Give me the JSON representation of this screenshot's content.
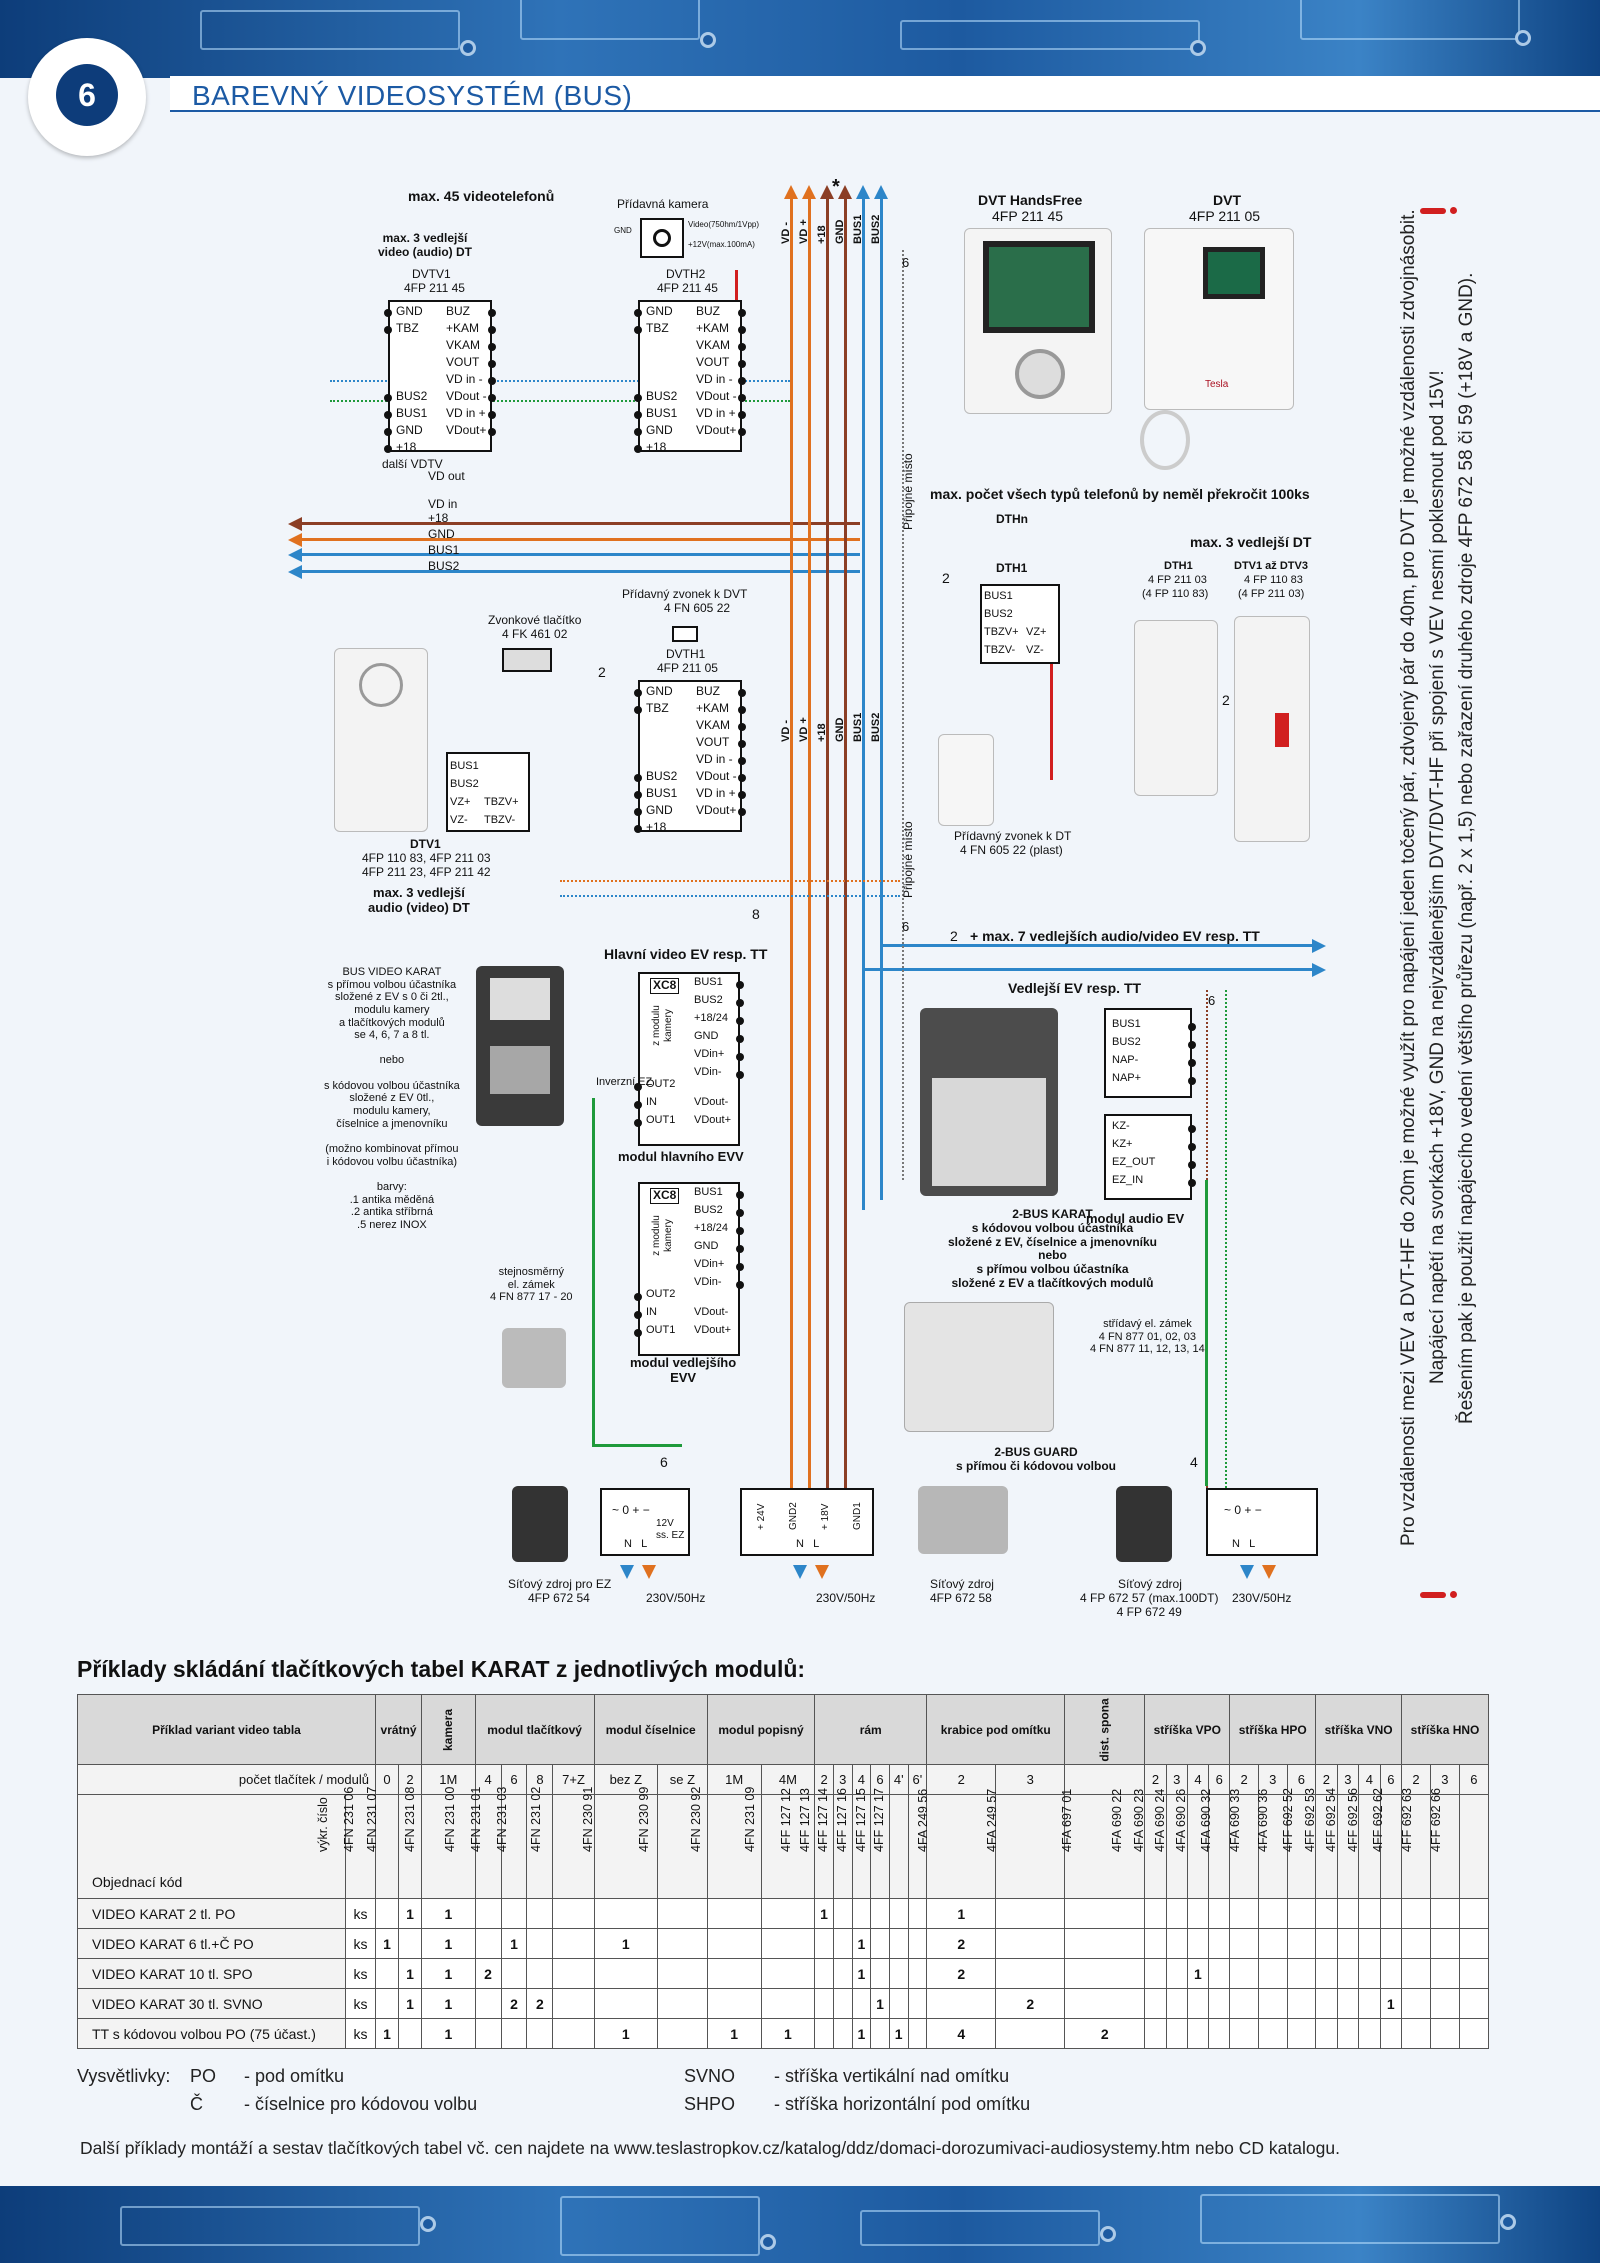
{
  "header": {
    "page_number": "6",
    "title": "BAREVNÝ VIDEOSYSTÉM (BUS)"
  },
  "diagram": {
    "max_videophones": "max. 45 videotelefonů",
    "max3_side_video": "max. 3 vedlejší\nvideo (audio) DT",
    "dvtv1": {
      "name": "DVTV1",
      "code": "4FP 211 45",
      "pins_left": [
        "GND",
        "TBZ",
        "",
        "",
        "",
        "BUS2",
        "BUS1",
        "GND",
        "+18"
      ],
      "pins_right": [
        "BUZ",
        "+KAM",
        "VKAM",
        "VOUT",
        "VD in -",
        "VDout -",
        "VD in +",
        "VDout+"
      ]
    },
    "next_vdtv": "další VDTV",
    "vd_out": "VD out",
    "vd_in": "VD in",
    "plus18": "+18",
    "gnd": "GND",
    "bus1": "BUS1",
    "bus2": "BUS2",
    "extra_camera": "Přídavná kamera",
    "camera_gnd": "GND",
    "camera_video": "Video(750hm/1Vpp)",
    "camera_power": "+12V(max.100mA)",
    "dvth2": {
      "name": "DVTH2",
      "code": "4FP 211 45",
      "pins_left": [
        "GND",
        "TBZ",
        "",
        "",
        "",
        "BUS2",
        "BUS1",
        "GND",
        "+18"
      ],
      "pins_right": [
        "BUZ",
        "+KAM",
        "VKAM",
        "VOUT",
        "VD in -",
        "VDout -",
        "VD in +",
        "VDout+"
      ]
    },
    "top_bus_labels": [
      "VD -",
      "VD +",
      "+18",
      "GND",
      "BUS1",
      "BUS2"
    ],
    "star": "*",
    "six": "6",
    "eight": "8",
    "two": "2",
    "four": "4",
    "pripojne_misto": "Připojné místo",
    "dvt_handsfree": {
      "name": "DVT HandsFree",
      "code": "4FP 211 45"
    },
    "dvt": {
      "name": "DVT",
      "code": "4FP 211 05"
    },
    "dvt_brand": "Tesla",
    "max_all_phones": "max. počet všech typů telefonů by neměl překročit 100ks",
    "dthn": "DTHn",
    "dth1_label": "DTH1",
    "dth1_box": {
      "pins_left": [
        "BUS1",
        "BUS2",
        "TBZV+",
        "TBZV-"
      ],
      "pins_right": [
        "VZ+",
        "VZ-"
      ]
    },
    "max3_side_dt": "max. 3 vedlejší DT",
    "dth1_photo": {
      "name": "DTH1",
      "code": "4 FP 211 03",
      "code2": "(4 FP 110 83)"
    },
    "dtv1_3_photo": {
      "name": "DTV1 až DTV3",
      "code": "4 FP 110 83",
      "code2": "(4 FP 211 03)"
    },
    "extra_bell_dvt": "Přídavný zvonek k DVT",
    "extra_bell_dvt_code": "4 FN 605 22",
    "bell_button": "Zvonkové tlačítko",
    "bell_button_code": "4 FK 461 02",
    "dvth1": {
      "name": "DVTH1",
      "code": "4FP 211 05",
      "pins_left": [
        "GND",
        "TBZ",
        "",
        "",
        "",
        "BUS2",
        "BUS1",
        "GND",
        "+18"
      ],
      "pins_right": [
        "BUZ",
        "+KAM",
        "VKAM",
        "VOUT",
        "VD in -",
        "VDout -",
        "VD in +",
        "VDout+"
      ]
    },
    "dtv1_box": {
      "pins_left": [
        "BUS1",
        "BUS2",
        "VZ+",
        "VZ-"
      ],
      "pins_right": [
        "TBZV+",
        "TBZV-"
      ]
    },
    "dtv1_label": "DTV1",
    "dtv1_codes": "4FP 110 83, 4FP 211 03\n4FP 211 23, 4FP 211 42",
    "max3_side_audio": "max. 3 vedlejší\naudio (video) DT",
    "extra_bell_dt": "Přídavný zvonek k DT",
    "extra_bell_dt_code": "4 FN 605 22 (plast)",
    "main_ev": "Hlavní video EV resp. TT",
    "plus7": "+ max. 7 vedlejších audio/video EV resp. TT",
    "side_ev": "Vedlejší EV resp. TT",
    "bus_video_karat": "BUS VIDEO KARAT\ns přímou volbou účastníka\nsložené z EV s 0 či 2tl.,\nmodulu kamery\na tlačítkových modulů\nse 4, 6, 7 a 8 tl.\n\nnebo\n\ns kódovou volbou účastníka\nsložené z EV 0tl.,\nmodulu kamery,\nčíselnice a jmenovníku\n\n(možno kombinovat přímou\ni kódovou volbu účastníka)\n\nbarvy:\n.1 antika měděná\n.2 antika stříbrná\n.5 nerez INOX",
    "main_module": {
      "xc8": "XC8",
      "side": "z modulu\nkamery",
      "pins": [
        "BUS1",
        "BUS2",
        "+18/24",
        "GND",
        "VDin+",
        "VDin-",
        "OUT2",
        "IN",
        "OUT1"
      ],
      "right": [
        "VDout-",
        "VDout+"
      ],
      "caption": "modul hlavního EVV"
    },
    "inverse_ez": "Inverzní EZ",
    "side_module": {
      "xc8": "XC8",
      "side": "z modulu\nkamery",
      "pins": [
        "BUS1",
        "BUS2",
        "+18/24",
        "GND",
        "VDin+",
        "VDin-",
        "OUT2",
        "IN",
        "OUT1"
      ],
      "right": [
        "VDout-",
        "VDout+"
      ],
      "caption": "modul vedlejšího\nEVV"
    },
    "two_bus_karat": "2-BUS KARAT\ns kódovou volbou účastníka\nsložené z EV, číselnice a jmenovníku\nnebo\ns přímou volbou účastníka\nsložené z EV a tlačítkových modulů",
    "two_bus_guard": "2-BUS GUARD\ns přímou či kódovou volbou",
    "audio_module": {
      "pins": [
        "BUS1",
        "BUS2",
        "NAP-",
        "NAP+"
      ],
      "pins2": [
        "KZ-",
        "KZ+",
        "EZ_OUT",
        "EZ_IN"
      ],
      "caption": "modul audio EV"
    },
    "dc_lock": "stejnosměrný\nel. zámek\n4 FN 877 17 - 20",
    "ac_lock": "střídavý el. zámek\n4 FN 877 01, 02, 03\n4 FN 877 11, 12, 13, 14",
    "psu_ez": {
      "label": "Síťový zdroj pro EZ",
      "code": "4FP 672 54",
      "terms": "~ 0  +  −",
      "sub": "12V\nss. EZ"
    },
    "psu_main": {
      "label": "Síťový zdroj",
      "code": "4FP 672 58",
      "terms": [
        "+ 24V",
        "GND2",
        "+ 18V",
        "GND1"
      ]
    },
    "psu_side": {
      "label": "Síťový zdroj",
      "code": "4 FP 672 57 (max.100DT)\n4 FP 672 49",
      "terms": "~ 0 + −"
    },
    "nl": "N   L",
    "mains": "230V/50Hz"
  },
  "sidenote": [
    "Pro vzdálenosti mezi VEV a DVT-HF do 20m je možné využít pro napájení jeden točený pár, zdvojený pár do 40m, pro DVT je možné vzdálenosti zdvojnásobit.",
    "Napájecí napětí na svorkách +18V, GND na nejvzdálenějším DVT/DVT-HF při spojení s VEV nesmí poklesnout pod 15V!",
    "Řešením pak je použití napájecího vedení většího průřezu (např. 2 x 1,5) nebo zařazení druhého zdroje 4FP 672 58 či 59 (+18V a GND)."
  ],
  "table": {
    "title": "Příklady skládání tlačítkových tabel KARAT z jednotlivých modulů:",
    "corner": "Příklad variant video tabla",
    "groups": [
      "vrátný",
      "kamera",
      "modul tlačítkový",
      "modul číselnice",
      "modul popisný",
      "rám",
      "krabice pod omítku",
      "dist. spona",
      "stříška VPO",
      "stříška HPO",
      "stříška VNO",
      "stříška HNO"
    ],
    "row_buttons_label": "počet tlačítek / modulů",
    "buttons": [
      "0",
      "2",
      "1M",
      "4",
      "6",
      "8",
      "7+Z",
      "bez Z",
      "se Z",
      "1M",
      "4M",
      "2",
      "3",
      "4",
      "6",
      "4'",
      "6'",
      "2",
      "3",
      "",
      "2",
      "3",
      "4",
      "6",
      "2",
      "3",
      "6",
      "2",
      "3",
      "4",
      "6",
      "2",
      "3",
      "6"
    ],
    "code_label": "Objednací kód",
    "unit_label": "výkr. číslo",
    "codes": [
      "4FN 231 06",
      "4FN 231 07",
      "4FN 231 08",
      "4FN 231 00",
      "4FN 231 01",
      "4FN 231 03",
      "4FN 231 02",
      "4FN 230 91",
      "4FN 230 99",
      "4FN 230 92",
      "4FN 231 09",
      "4FF 127 12",
      "4FF 127 13",
      "4FF 127 14",
      "4FF 127 16",
      "4FF 127 15",
      "4FF 127 17",
      "4FA 249 56",
      "4FA 249 57",
      "4FA 697 01",
      "4FA 690 22",
      "4FA 690 23",
      "4FA 690 24",
      "4FA 690 26",
      "4FA 690 32",
      "4FA 690 33",
      "4FA 690 36",
      "4FF 692 52",
      "4FF 692 53",
      "4FF 692 54",
      "4FF 692 56",
      "4FF 692 62",
      "4FF 692 63",
      "4FF 692 66"
    ],
    "rows": [
      {
        "label": "VIDEO KARAT 2 tl. PO",
        "unit": "ks",
        "cells": [
          "",
          "1",
          "1",
          "",
          "",
          "",
          "",
          "",
          "",
          "",
          "",
          "1",
          "",
          "",
          "",
          "",
          "",
          "1",
          "",
          "",
          "",
          "",
          "",
          "",
          "",
          "",
          "",
          "",
          "",
          "",
          "",
          "",
          "",
          ""
        ]
      },
      {
        "label": "VIDEO KARAT 6 tl.+Č PO",
        "unit": "ks",
        "cells": [
          "1",
          "",
          "1",
          "",
          "1",
          "",
          "",
          "1",
          "",
          "",
          "",
          "",
          "",
          "1",
          "",
          "",
          "",
          "2",
          "",
          "",
          "",
          "",
          "",
          "",
          "",
          "",
          "",
          "",
          "",
          "",
          "",
          "",
          "",
          ""
        ]
      },
      {
        "label": "VIDEO KARAT 10 tl. SPO",
        "unit": "ks",
        "cells": [
          "",
          "1",
          "1",
          "2",
          "",
          "",
          "",
          "",
          "",
          "",
          "",
          "",
          "",
          "1",
          "",
          "",
          "",
          "2",
          "",
          "",
          "",
          "",
          "1",
          "",
          "",
          "",
          "",
          "",
          "",
          "",
          "",
          "",
          "",
          ""
        ]
      },
      {
        "label": "VIDEO KARAT 30 tl. SVNO",
        "unit": "ks",
        "cells": [
          "",
          "1",
          "1",
          "",
          "2",
          "2",
          "",
          "",
          "",
          "",
          "",
          "",
          "",
          "",
          "1",
          "",
          "",
          "",
          "2",
          "",
          "",
          "",
          "",
          "",
          "",
          "",
          "",
          "",
          "",
          "",
          "1",
          "",
          "",
          ""
        ]
      },
      {
        "label": "TT s kódovou volbou PO (75 účast.)",
        "unit": "ks",
        "cells": [
          "1",
          "",
          "1",
          "",
          "",
          "",
          "",
          "1",
          "",
          "1",
          "1",
          "",
          "",
          "1",
          "",
          "1",
          "",
          "4",
          "",
          "2",
          "",
          "",
          "",
          "",
          "",
          "",
          "",
          "",
          "",
          "",
          "",
          "",
          "",
          ""
        ]
      }
    ]
  },
  "legend": {
    "title": "Vysvětlivky:",
    "items": [
      [
        "PO",
        "- pod omítku"
      ],
      [
        "Č",
        "- číselnice pro kódovou volbu"
      ],
      [
        "SVNO",
        "- stříška vertikální nad omítku"
      ],
      [
        "SHPO",
        "- stříška horizontální pod omítku"
      ]
    ]
  },
  "footer": "Další příklady montáží a sestav tlačítkových tabel vč. cen najdete na www.teslastropkov.cz/katalog/ddz/domaci-dorozumivaci-audiosystemy.htm nebo CD katalogu."
}
